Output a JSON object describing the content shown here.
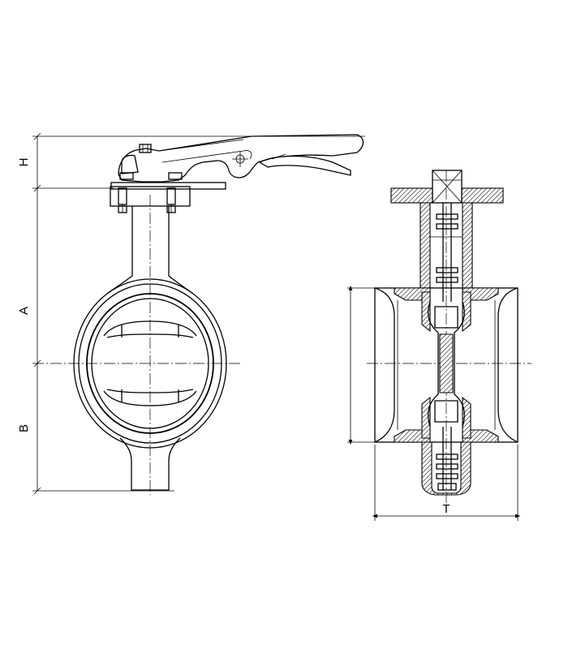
{
  "dimensions": {
    "H": "H",
    "A": "A",
    "B": "B",
    "T": "T"
  }
}
